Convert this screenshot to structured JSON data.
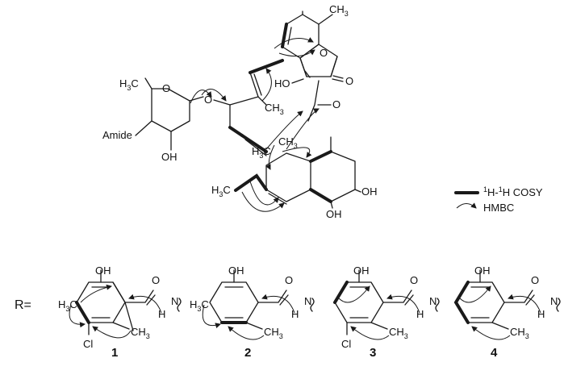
{
  "labels": {
    "CH3_top": "CH",
    "H3C_sugar": "H",
    "H3C_sugar_rest": "C",
    "O_ring": "O",
    "O_link": "O",
    "O_lactone": "O",
    "O_carbonyl_lactone": "O",
    "HO_enol": "HO",
    "CH3_olefin": "CH",
    "O_ketone": "O",
    "Amide": "Amide",
    "OH_sugar": "OH",
    "H3C_core": "H",
    "CH3_core": "CH",
    "H3C_ethyl": "H",
    "OH_right": "OH",
    "OH_bottom": "OH",
    "sub3": "3",
    "sub1": "1"
  },
  "legend": {
    "cosy": "H-",
    "cosy_rest": "H COSY",
    "hmbc": "HMBC"
  },
  "substituents": {
    "r_label": "R=",
    "compounds": [
      {
        "number": "1",
        "oh": "OH",
        "o": "O",
        "nh": "N",
        "h": "H",
        "h3c": "H",
        "ch3": "CH",
        "cl": "Cl"
      },
      {
        "number": "2",
        "oh": "OH",
        "o": "O",
        "nh": "N",
        "h": "H",
        "h3c": "H",
        "ch3": "CH"
      },
      {
        "number": "3",
        "oh": "OH",
        "o": "O",
        "nh": "N",
        "h": "H",
        "ch3": "CH",
        "cl": "Cl"
      },
      {
        "number": "4",
        "oh": "OH",
        "o": "O",
        "nh": "N",
        "h": "H",
        "ch3": "CH"
      }
    ]
  }
}
